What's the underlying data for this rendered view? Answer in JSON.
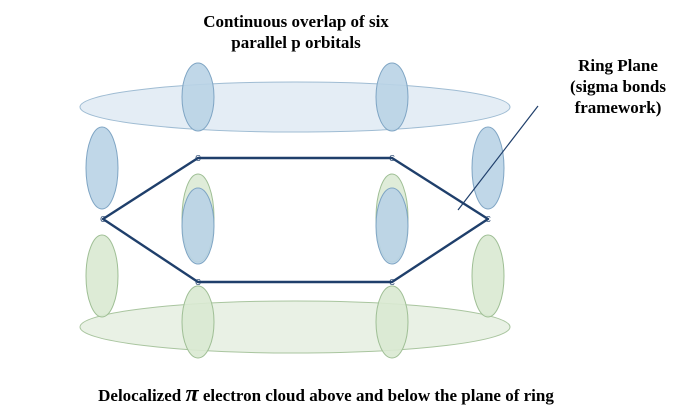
{
  "labels": {
    "title_line1": "Continuous overlap of six",
    "title_line2": "parallel p orbitals",
    "ring_plane_line1": "Ring Plane",
    "ring_plane_line2": "(sigma bonds",
    "ring_plane_line3": "framework)",
    "caption_prefix": "Delocalized ",
    "caption_symbol": "π",
    "caption_suffix": " electron cloud above and below the plane of ring"
  },
  "atoms": {
    "symbol": "C"
  },
  "colors": {
    "upper_lobe": "#b9d3e6",
    "upper_lobe_stroke": "#7fa5c4",
    "lower_lobe": "#d9e9d2",
    "lower_lobe_stroke": "#9fbf95",
    "ring_bond": "#1f3f6b"
  }
}
